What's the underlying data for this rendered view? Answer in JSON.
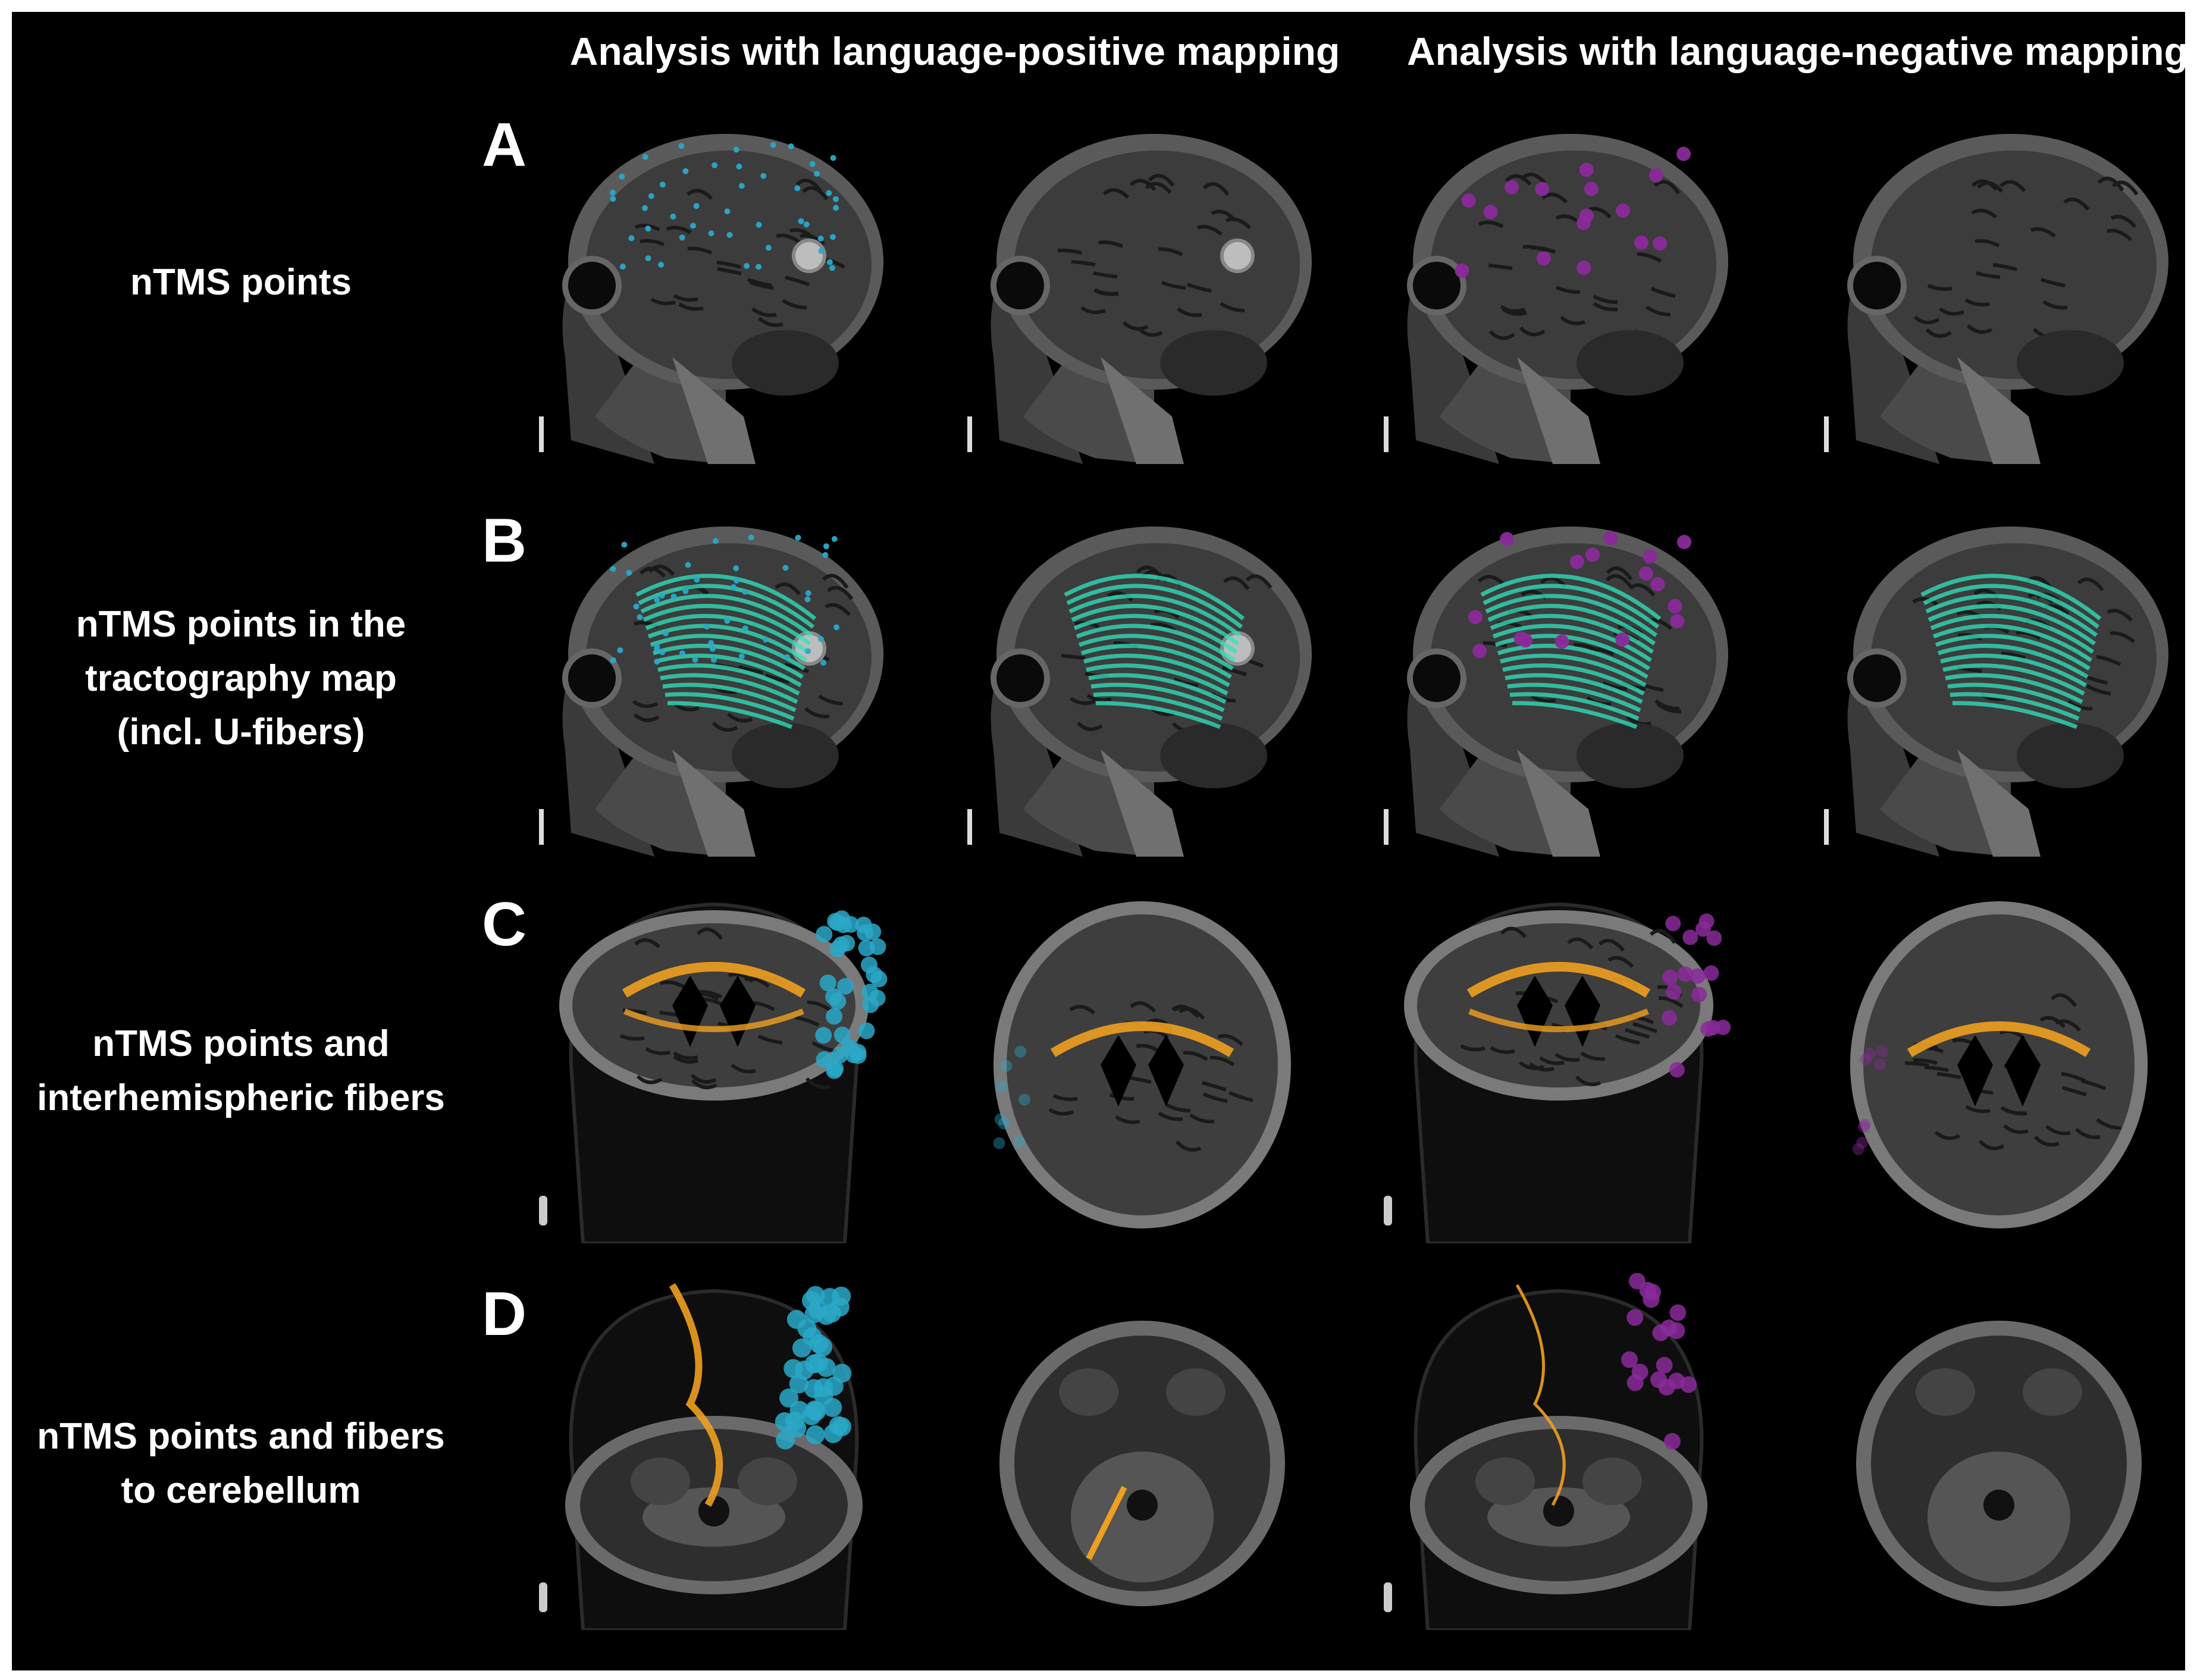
{
  "headers": {
    "positive": "Analysis with language-positive mapping",
    "negative": "Analysis with language-negative mapping"
  },
  "rows": [
    {
      "letter": "A",
      "label_lines": [
        "nTMS points"
      ]
    },
    {
      "letter": "B",
      "label_lines": [
        "nTMS points in the",
        "tractography map",
        "(incl. U-fibers)"
      ]
    },
    {
      "letter": "C",
      "label_lines": [
        "nTMS points and",
        "interhemispheric fibers"
      ]
    },
    {
      "letter": "D",
      "label_lines": [
        "nTMS points and fibers",
        "to cerebellum"
      ]
    }
  ],
  "colors": {
    "background": "#000000",
    "text": "#ffffff",
    "ntms_positive_points": "#2aa8c8",
    "ntms_negative_points": "#8a2a9a",
    "tract_fibers": "#2ee6c0",
    "interhemispheric_fibers": "#f0a020"
  },
  "panels": [
    {
      "row": "A",
      "view": "sagittal",
      "mapping": "positive",
      "overlay": "points"
    },
    {
      "row": "A",
      "view": "sagittal",
      "mapping": "positive",
      "overlay": "none"
    },
    {
      "row": "A",
      "view": "sagittal",
      "mapping": "negative",
      "overlay": "points"
    },
    {
      "row": "A",
      "view": "sagittal",
      "mapping": "negative",
      "overlay": "none"
    },
    {
      "row": "B",
      "view": "sagittal",
      "mapping": "positive",
      "overlay": "points+tracts"
    },
    {
      "row": "B",
      "view": "sagittal",
      "mapping": "positive",
      "overlay": "tracts"
    },
    {
      "row": "B",
      "view": "sagittal",
      "mapping": "negative",
      "overlay": "points+tracts"
    },
    {
      "row": "B",
      "view": "sagittal",
      "mapping": "negative",
      "overlay": "tracts"
    },
    {
      "row": "C",
      "view": "axial-3d",
      "mapping": "positive",
      "overlay": "points+interhemispheric"
    },
    {
      "row": "C",
      "view": "axial",
      "mapping": "positive",
      "overlay": "interhemispheric"
    },
    {
      "row": "C",
      "view": "axial-3d",
      "mapping": "negative",
      "overlay": "points+interhemispheric"
    },
    {
      "row": "C",
      "view": "axial",
      "mapping": "negative",
      "overlay": "interhemispheric"
    },
    {
      "row": "D",
      "view": "axial-3d-low",
      "mapping": "positive",
      "overlay": "points+cerebellar"
    },
    {
      "row": "D",
      "view": "axial-low",
      "mapping": "positive",
      "overlay": "cerebellar"
    },
    {
      "row": "D",
      "view": "axial-3d-low",
      "mapping": "negative",
      "overlay": "points+cerebellar"
    },
    {
      "row": "D",
      "view": "axial-low",
      "mapping": "negative",
      "overlay": "cerebellar"
    }
  ]
}
